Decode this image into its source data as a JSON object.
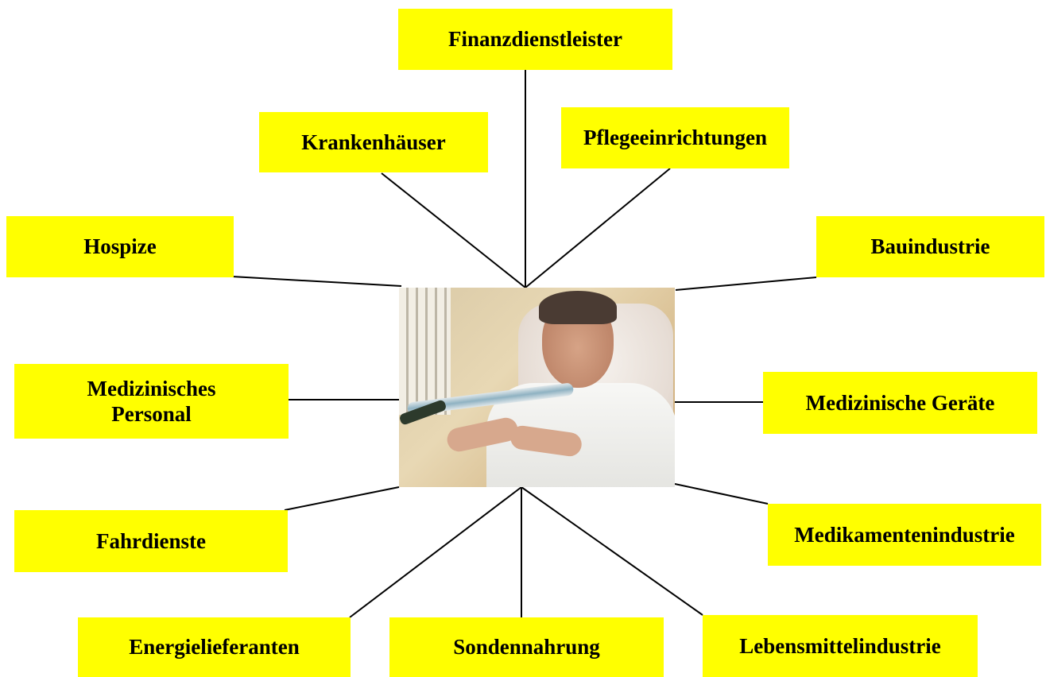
{
  "colors": {
    "box_fill": "#ffff00",
    "line": "#000000",
    "background": "#ffffff"
  },
  "center": {
    "image": "patient-with-ventilator-photo"
  },
  "nodes": {
    "finanzdienstleister": "Finanzdienstleister",
    "krankenhaeuser": "Krankenhäuser",
    "pflegeeinrichtungen": "Pflegeeinrichtungen",
    "hospize": "Hospize",
    "bauindustrie": "Bauindustrie",
    "medizinisches_personal": "Medizinisches Personal",
    "medizinische_geraete": "Medizinische Geräte",
    "fahrdienste": "Fahrdienste",
    "medikamentenindustrie": "Medikamentenindustrie",
    "energielieferanten": "Energielieferanten",
    "sondennahrung": "Sondennahrung",
    "lebensmittelindustrie": "Lebensmittelindustrie"
  }
}
